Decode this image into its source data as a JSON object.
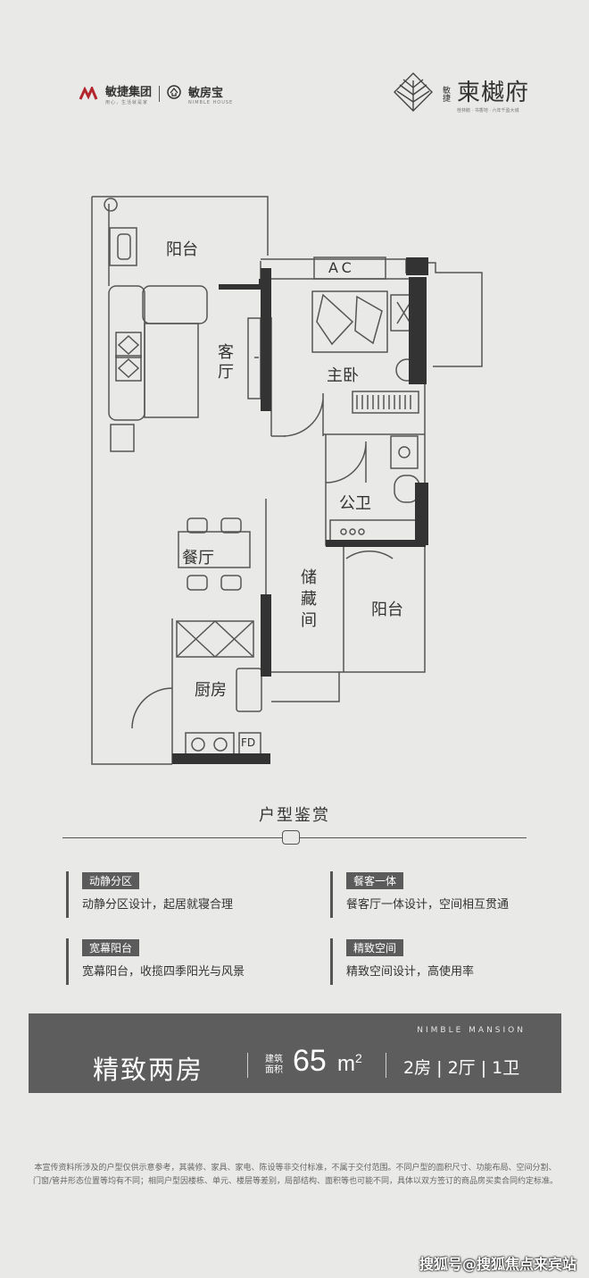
{
  "header": {
    "group_name": "敏捷集团",
    "group_slogan": "用心，生活就是家",
    "app_name": "敏房宝",
    "app_sub": "NIMBLE HOUSE",
    "project_prefix": "敏捷",
    "project_name": "柬樾府",
    "project_sub": "桂林鹅 · 书香地 · 六年千盈大城"
  },
  "plan": {
    "rooms": {
      "balcony_top": "阳台",
      "living": "客厅",
      "master": "主卧",
      "ac": "AC",
      "bath": "公卫",
      "dining": "餐厅",
      "storage": "储藏间",
      "balcony_right": "阳台",
      "kitchen": "厨房",
      "fd": "FD"
    }
  },
  "section": {
    "title": "户型鉴赏"
  },
  "features": [
    {
      "tag": "动静分区",
      "desc": "动静分区设计，起居就寝合理"
    },
    {
      "tag": "餐客一体",
      "desc": "餐客厅一体设计，空间相互贯通"
    },
    {
      "tag": "宽幕阳台",
      "desc": "宽幕阳台，收揽四季阳光与风景"
    },
    {
      "tag": "精致空间",
      "desc": "精致空间设计，高使用率"
    }
  ],
  "banner": {
    "en_name": "NIMBLE MANSION",
    "title": "精致两房",
    "area_label": "建筑面积",
    "area_value": "65",
    "area_unit": "m",
    "area_sup": "2",
    "rooms": "2房 | 2厅 | 1卫"
  },
  "disclaimer": "本宣传资料所涉及的户型仅供示意参考，其装修、家具、家电、陈设等非交付标准，不属于交付范围。不同户型的面积尺寸、功能布局、空间分割、门窗/管井形态位置等均有不同；相同户型因楼栋、单元、楼层等差别，局部结构、面积等也可能不同，具体以双方签订的商品房买卖合同约定标准。",
  "watermark": "搜狐号@搜狐焦点来宾站",
  "colors": {
    "background": "#e9e9e7",
    "banner": "#5d5d5d",
    "wall": "#333333"
  }
}
